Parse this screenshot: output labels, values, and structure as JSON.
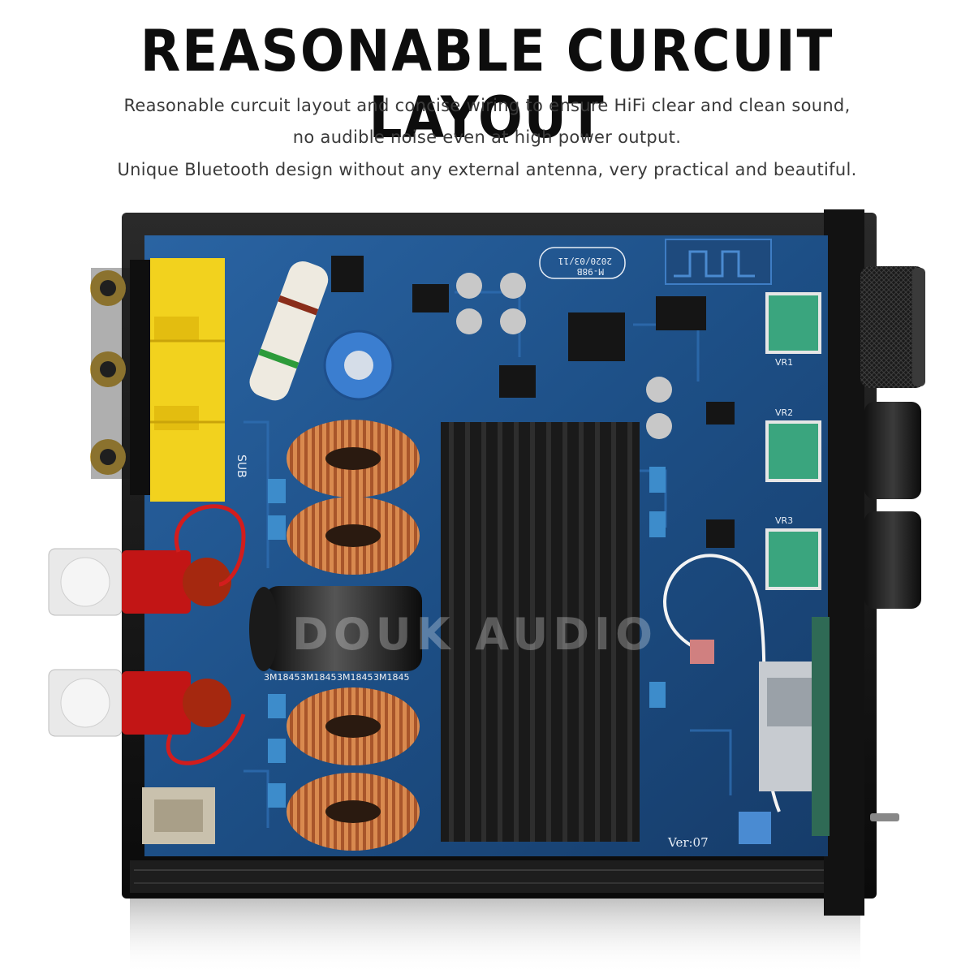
{
  "headline": "REASONABLE CURCUIT LAYOUT",
  "description": [
    "Reasonable curcuit layout and concise wiring to ensure HiFi clear and clean sound,",
    "no audible noise even at high power output.",
    "Unique Bluetooth design without any external antenna, very practical and beautiful."
  ],
  "watermark": "DOUK AUDIO",
  "board_labels": {
    "version": "Ver:07",
    "model": "M-98B",
    "date": "2020/03/11",
    "sub_label": "SUB",
    "capacitor_marks": [
      "3M1845",
      "3M1845",
      "3M1845",
      "3M1845"
    ],
    "pot_labels": [
      "VR1",
      "VR2",
      "VR3"
    ]
  },
  "colors": {
    "pcb": "#1d4f86",
    "chassis": "#161616",
    "heatsink": "#1a1a1a",
    "copper": "#c8733a",
    "rca_yellow": "#f2d21e",
    "terminal_red": "#c21515",
    "pot_green": "#3aa57e"
  }
}
